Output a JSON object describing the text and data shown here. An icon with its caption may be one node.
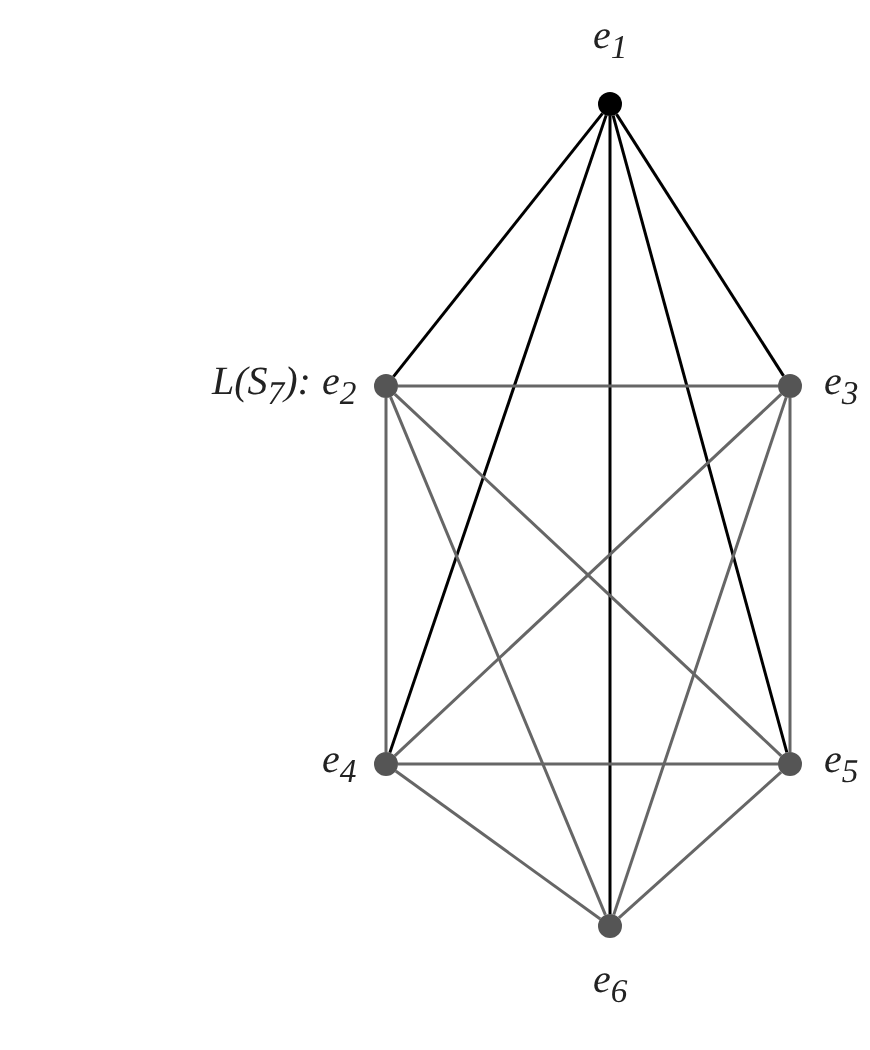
{
  "diagram": {
    "nodes": [
      {
        "text": [],
        "shape": "circle",
        "beside": [
          "e$_{1}$"
        ]
      },
      {
        "text": [],
        "shape": "circle",
        "beside": [
          "e$_{2}$"
        ]
      },
      {
        "text": [],
        "shape": "circle",
        "beside": [
          "e$_{3}$"
        ]
      },
      {
        "text": [],
        "shape": "circle",
        "beside": [
          "e$_{4}$"
        ]
      },
      {
        "text": [],
        "shape": "circle",
        "beside": [
          "e$_{5}$"
        ]
      },
      {
        "text": [],
        "shape": "circle",
        "beside": [
          "e$_{6}$"
        ]
      }
    ],
    "edges": [
      {
        "from": 0,
        "to": 1,
        "arrow": "none",
        "color": "#000000"
      },
      {
        "from": 0,
        "to": 2,
        "arrow": "none",
        "color": "#000000"
      },
      {
        "from": 0,
        "to": 3,
        "arrow": "none",
        "color": "#000000"
      },
      {
        "from": 0,
        "to": 4,
        "arrow": "none",
        "color": "#000000"
      },
      {
        "from": 0,
        "to": 5,
        "arrow": "none",
        "color": "#000000"
      },
      {
        "from": 1,
        "to": 2,
        "arrow": "none"
      },
      {
        "from": 1,
        "to": 3,
        "arrow": "none"
      },
      {
        "from": 1,
        "to": 4,
        "arrow": "none"
      },
      {
        "from": 1,
        "to": 5,
        "arrow": "none"
      },
      {
        "from": 2,
        "to": 3,
        "arrow": "none"
      },
      {
        "from": 2,
        "to": 4,
        "arrow": "none"
      },
      {
        "from": 2,
        "to": 5,
        "arrow": "none"
      },
      {
        "from": 3,
        "to": 4,
        "arrow": "none"
      },
      {
        "from": 3,
        "to": 5,
        "arrow": "none"
      },
      {
        "from": 4,
        "to": 5,
        "arrow": "none"
      }
    ],
    "labels": [
      "L(S$_{7}$):"
    ]
  }
}
